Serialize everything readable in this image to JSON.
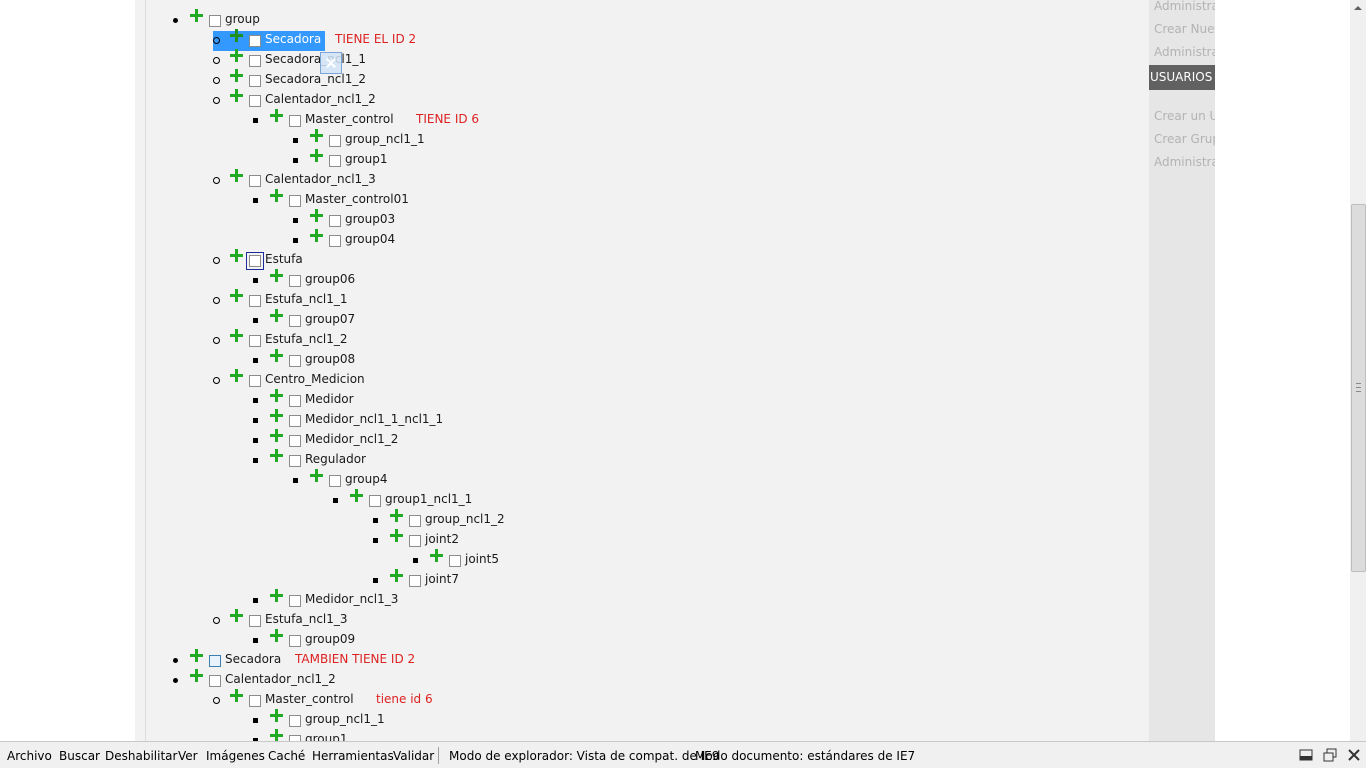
{
  "sidebar": {
    "links_top": [
      "Administrar Contenido",
      "Crear Nueva Pagina",
      "Administrar Archivos"
    ],
    "section_title": "USUARIOS",
    "links_users": [
      "Crear un Usuario",
      "Crear Grupos",
      "Administrar Grupos y Usuarios"
    ]
  },
  "tree": [
    {
      "level": 0,
      "bullet": "disc",
      "label": "group"
    },
    {
      "level": 1,
      "bullet": "circle",
      "label": "Secadora",
      "note": "TIENE EL ID 2",
      "state": "selected"
    },
    {
      "level": 1,
      "bullet": "circle",
      "label": "Secadora_ncl1_1"
    },
    {
      "level": 1,
      "bullet": "circle",
      "label": "Secadora_ncl1_2"
    },
    {
      "level": 1,
      "bullet": "circle",
      "label": "Calentador_ncl1_2"
    },
    {
      "level": 2,
      "bullet": "square",
      "label": "Master_control",
      "note": "TIENE ID 6"
    },
    {
      "level": 3,
      "bullet": "square",
      "label": "group_ncl1_1"
    },
    {
      "level": 3,
      "bullet": "square",
      "label": "group1"
    },
    {
      "level": 1,
      "bullet": "circle",
      "label": "Calentador_ncl1_3"
    },
    {
      "level": 2,
      "bullet": "square",
      "label": "Master_control01"
    },
    {
      "level": 3,
      "bullet": "square",
      "label": "group03"
    },
    {
      "level": 3,
      "bullet": "square",
      "label": "group04"
    },
    {
      "level": 1,
      "bullet": "circle",
      "label": "Estufa",
      "state": "focused"
    },
    {
      "level": 2,
      "bullet": "square",
      "label": "group06"
    },
    {
      "level": 1,
      "bullet": "circle",
      "label": "Estufa_ncl1_1"
    },
    {
      "level": 2,
      "bullet": "square",
      "label": "group07"
    },
    {
      "level": 1,
      "bullet": "circle",
      "label": "Estufa_ncl1_2"
    },
    {
      "level": 2,
      "bullet": "square",
      "label": "group08"
    },
    {
      "level": 1,
      "bullet": "circle",
      "label": "Centro_Medicion"
    },
    {
      "level": 2,
      "bullet": "square",
      "label": "Medidor"
    },
    {
      "level": 2,
      "bullet": "square",
      "label": "Medidor_ncl1_1_ncl1_1"
    },
    {
      "level": 2,
      "bullet": "square",
      "label": "Medidor_ncl1_2"
    },
    {
      "level": 2,
      "bullet": "square",
      "label": "Regulador"
    },
    {
      "level": 3,
      "bullet": "square",
      "label": "group4"
    },
    {
      "level": 4,
      "bullet": "square",
      "label": "group1_ncl1_1"
    },
    {
      "level": 5,
      "bullet": "square",
      "label": "group_ncl1_2"
    },
    {
      "level": 5,
      "bullet": "square",
      "label": "joint2"
    },
    {
      "level": 6,
      "bullet": "square",
      "label": "joint5"
    },
    {
      "level": 5,
      "bullet": "square",
      "label": "joint7"
    },
    {
      "level": 2,
      "bullet": "square",
      "label": "Medidor_ncl1_3"
    },
    {
      "level": 1,
      "bullet": "circle",
      "label": "Estufa_ncl1_3"
    },
    {
      "level": 2,
      "bullet": "square",
      "label": "group09"
    },
    {
      "level": 0,
      "bullet": "disc",
      "label": "Secadora",
      "note": "TAMBIEN TIENE ID 2",
      "state": "highlight"
    },
    {
      "level": 0,
      "bullet": "disc",
      "label": "Calentador_ncl1_2"
    },
    {
      "level": 1,
      "bullet": "circle",
      "label": "Master_control",
      "note": "tiene id 6"
    },
    {
      "level": 2,
      "bullet": "square",
      "label": "group_ncl1_1"
    },
    {
      "level": 2,
      "bullet": "square",
      "label": "group1"
    }
  ],
  "devtools": {
    "menu": [
      "Archivo",
      "Buscar",
      "Deshabilitar",
      "Ver",
      "Imágenes",
      "Caché",
      "Herramientas",
      "Validar"
    ],
    "browser_mode": "Modo de explorador: Vista de compat. de IE9",
    "document_mode": "Modo documento:  estándares de IE7"
  },
  "icons": {
    "expand": "plus-icon",
    "checkbox": "checkbox-icon",
    "drag": "drag-ghost-icon",
    "unpin": "unpin-icon",
    "popout": "popout-icon",
    "close": "close-icon"
  },
  "colors": {
    "plus": "#22aa22",
    "note": "#dd2222",
    "selection": "#3399ff",
    "sidebar_header": "#616161"
  }
}
